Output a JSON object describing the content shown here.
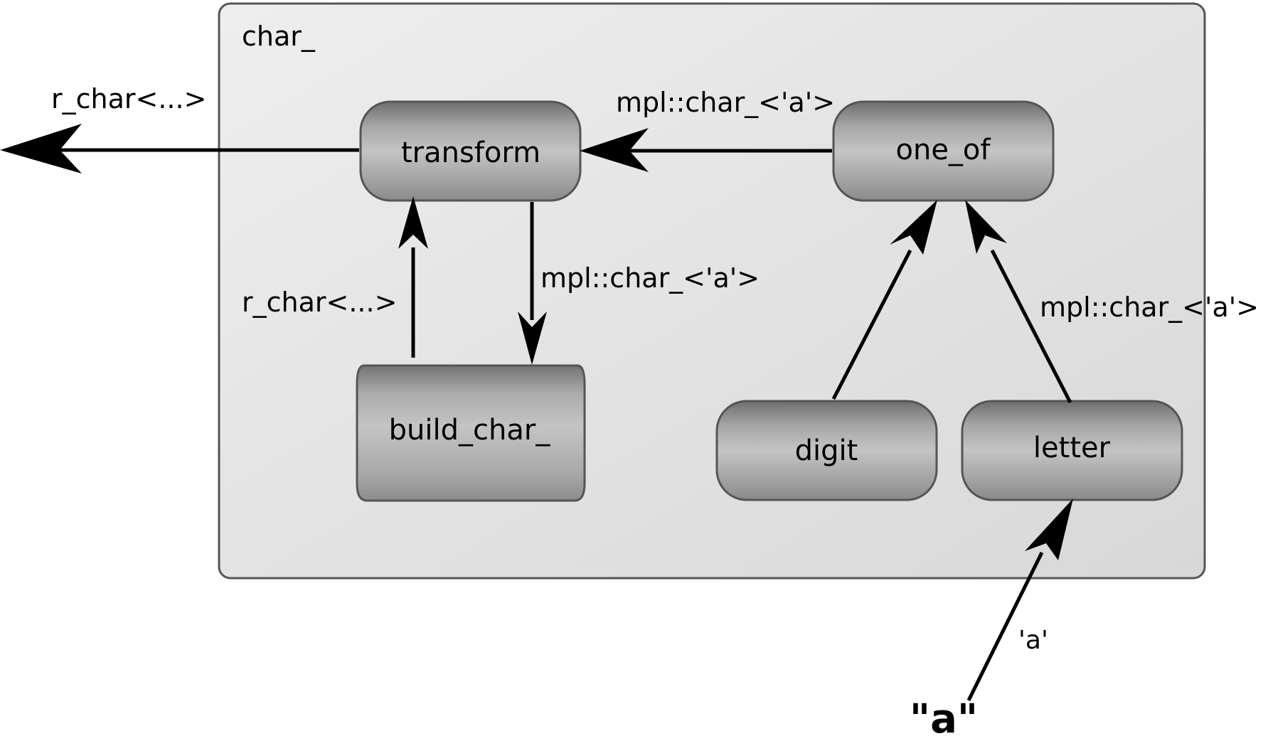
{
  "container": {
    "title": "char_"
  },
  "nodes": {
    "transform": "transform",
    "one_of": "one_of",
    "build_char": "build_char_",
    "digit": "digit",
    "letter": "letter"
  },
  "edge_labels": {
    "output": "r_char<...>",
    "one_of_to_transform": "mpl::char_<'a'>",
    "transform_to_build_char": "mpl::char_<'a'>",
    "build_char_to_transform": "r_char<...>",
    "letter_to_one_of": "mpl::char_<'a'>",
    "input_to_letter": "'a'"
  },
  "input": {
    "text": "\"a\""
  }
}
